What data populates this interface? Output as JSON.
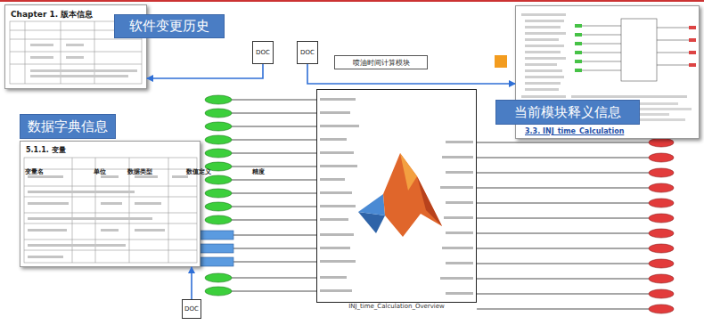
{
  "diagram": {
    "nodes": [
      {
        "text": [
          "Chapter 1. 版本信息"
        ]
      },
      {
        "text": [
          "软件变更历史"
        ]
      },
      {
        "text": [
          "3.3. INJ_time_Calculation"
        ]
      },
      {
        "text": [
          "当前模块释义信息"
        ]
      },
      {
        "text": [
          "5.1.1. 变量"
        ]
      },
      {
        "text": [
          "数据字典信息"
        ]
      },
      {
        "text": [
          "DOC"
        ]
      },
      {
        "text": [
          "DOC"
        ]
      },
      {
        "text": [
          "DOC"
        ]
      },
      {
        "text": [
          "INJ_time_Calculation_Overview"
        ]
      },
      {
        "text": [
          "喷油时间计算模块"
        ]
      }
    ],
    "edges": [
      {
        "from": 6,
        "to": 0,
        "arrow": "to"
      },
      {
        "from": 7,
        "to": 2,
        "arrow": "to"
      },
      {
        "from": 8,
        "to": 4,
        "arrow": "to"
      }
    ],
    "labels": [
      "变量名",
      "单位",
      "数据类型",
      "数值定义",
      "精度"
    ]
  }
}
